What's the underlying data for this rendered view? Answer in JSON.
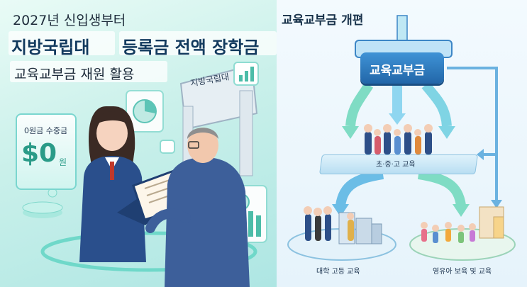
{
  "left_panel": {
    "headline_line1": "2027년 신입생부터",
    "headline_line2a": "지방국립대",
    "headline_line2b": "등록금 전액 장학금",
    "headline_line3": "교육교부금 재원 활용",
    "gate_sign": "지방국립대",
    "tuition_card": {
      "label": "0원금 수중금",
      "amount": "$0",
      "unit": "원"
    }
  },
  "right_panel": {
    "title": "교육교부금 개편",
    "fund_label": "교육교부금",
    "primary_secondary_label": "초·중·고 교육",
    "university_label": "대학 고등 교육",
    "childcare_label": "영유아 보육 및 교육"
  },
  "colors": {
    "navy_text": "#123a5e",
    "fund_blue": "#2f7fc4",
    "arrow_green": "#5fd0b8",
    "arrow_blue": "#6bb2e0",
    "teal_accent": "#2a9b88"
  }
}
